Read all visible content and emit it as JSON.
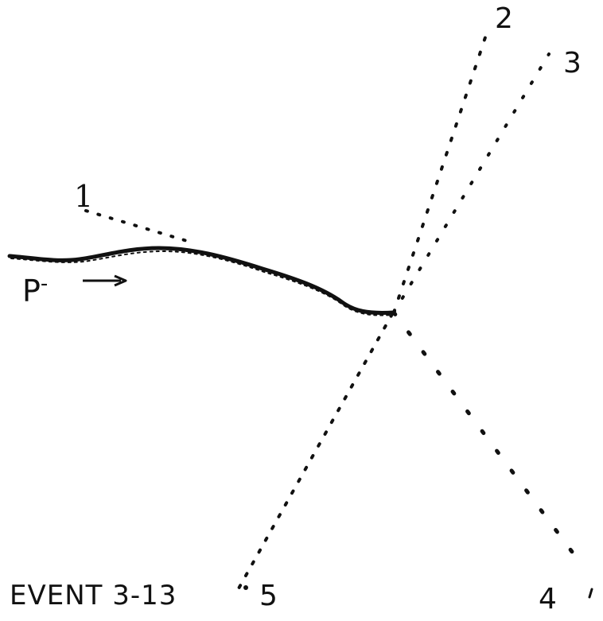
{
  "event_label": "EVENT 3-13",
  "beam_particle": {
    "base": "P",
    "sup": "-"
  },
  "track_labels": {
    "t1": "1",
    "t2": "2",
    "t3": "3",
    "t4": "4",
    "t5": "5"
  },
  "colors": {
    "ink": "#111111",
    "background": "#ffffff"
  }
}
